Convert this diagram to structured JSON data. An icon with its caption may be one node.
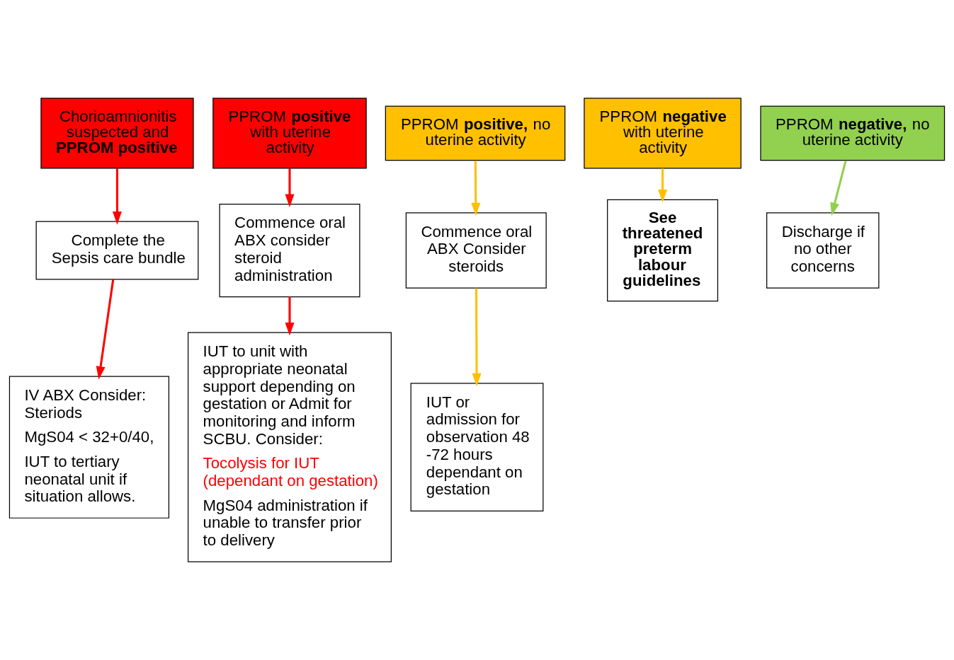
{
  "diagram": {
    "nodes": [
      {
        "text": [
          "Chorioamnionitis suspected and **PPROM positive**"
        ]
      },
      {
        "text": [
          "PPROM **positive** with uterine activity"
        ]
      },
      {
        "text": [
          "PPROM **positive,** no uterine activity"
        ]
      },
      {
        "text": [
          "PPROM **negative** with uterine activity"
        ]
      },
      {
        "text": [
          "PPROM **negative,** no uterine activity"
        ]
      },
      {
        "text": [
          "Complete the Sepsis care bundle"
        ]
      },
      {
        "text": [
          "Commence oral ABX consider steroid administration"
        ]
      },
      {
        "text": [
          "Commence oral ABX Consider steroids"
        ]
      },
      {
        "text": [
          "See threatened preterm labour guidelines"
        ]
      },
      {
        "text": [
          "Discharge if no other concerns"
        ]
      },
      {
        "text": [
          "IV ABX Consider: Steriods",
          "MgS04 < 32+0/40,",
          "IUT to tertiary neonatal unit if situation allows."
        ]
      },
      {
        "text": [
          "IUT to unit with appropriate neonatal support depending on gestation or Admit for monitoring and inform SCBU. Consider:",
          "Tocolysis for IUT (dependant on gestation)",
          "MgS04 administration if unable to transfer prior to delivery"
        ]
      },
      {
        "text": [
          "IUT or admission for observation 48 -72 hours dependant on gestation"
        ]
      }
    ],
    "edges": [
      {
        "from": 0,
        "to": 5,
        "arrow": "to",
        "color": "#ff0000"
      },
      {
        "from": 1,
        "to": 6,
        "arrow": "to",
        "color": "#ff0000"
      },
      {
        "from": 2,
        "to": 7,
        "arrow": "to",
        "color": "#ffc000"
      },
      {
        "from": 3,
        "to": 8,
        "arrow": "to",
        "color": "#ffc000"
      },
      {
        "from": 4,
        "to": 9,
        "arrow": "to",
        "color": "#92d050"
      },
      {
        "from": 5,
        "to": 10,
        "arrow": "to",
        "color": "#ff0000"
      },
      {
        "from": 6,
        "to": 11,
        "arrow": "to",
        "color": "#ff0000"
      },
      {
        "from": 7,
        "to": 12,
        "arrow": "to",
        "color": "#ffc000"
      }
    ]
  }
}
